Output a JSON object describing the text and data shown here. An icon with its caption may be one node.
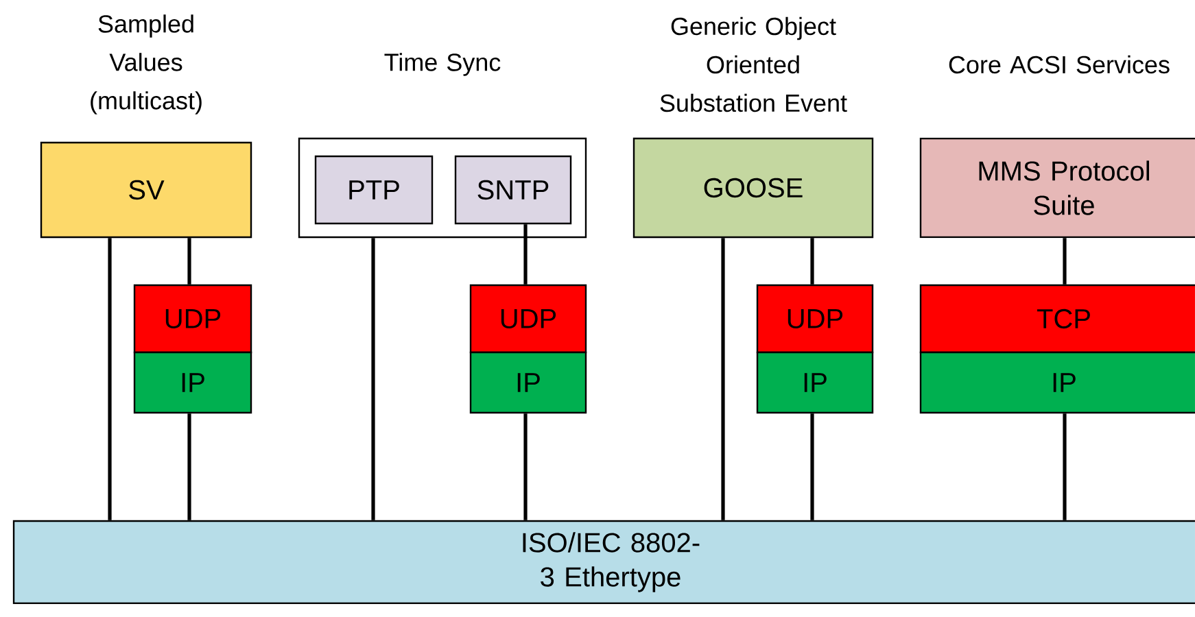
{
  "diagram": {
    "nodes": [
      {
        "text": [
          "Sampled Values (multicast)",
          "SV"
        ]
      },
      {
        "text": [
          "UDP"
        ]
      },
      {
        "text": [
          "IP"
        ]
      },
      {
        "text": [
          "Time Sync"
        ]
      },
      {
        "text": [
          "PTP"
        ],
        "in": 3
      },
      {
        "text": [
          "SNTP"
        ],
        "in": 3
      },
      {
        "text": [
          "UDP"
        ]
      },
      {
        "text": [
          "IP"
        ]
      },
      {
        "text": [
          "Generic Object Oriented Substation Event",
          "GOOSE"
        ]
      },
      {
        "text": [
          "UDP"
        ]
      },
      {
        "text": [
          "IP"
        ]
      },
      {
        "text": [
          "Core ACSI Services",
          "MMS Protocol Suite"
        ]
      },
      {
        "text": [
          "TCP"
        ]
      },
      {
        "text": [
          "IP"
        ]
      },
      {
        "text": [
          "ISO/IEC 8802-3 Ethertype"
        ]
      }
    ],
    "edges": [
      {
        "from": 0,
        "to": 14,
        "arrow": "none"
      },
      {
        "from": 0,
        "to": 1,
        "arrow": "none"
      },
      {
        "from": 2,
        "to": 14,
        "arrow": "none"
      },
      {
        "from": 3,
        "to": 14,
        "arrow": "none"
      },
      {
        "from": 5,
        "to": 6,
        "arrow": "none"
      },
      {
        "from": 7,
        "to": 14,
        "arrow": "none"
      },
      {
        "from": 8,
        "to": 14,
        "arrow": "none"
      },
      {
        "from": 8,
        "to": 9,
        "arrow": "none"
      },
      {
        "from": 10,
        "to": 14,
        "arrow": "none"
      },
      {
        "from": 11,
        "to": 12,
        "arrow": "none"
      },
      {
        "from": 13,
        "to": 14,
        "arrow": "none"
      }
    ]
  }
}
